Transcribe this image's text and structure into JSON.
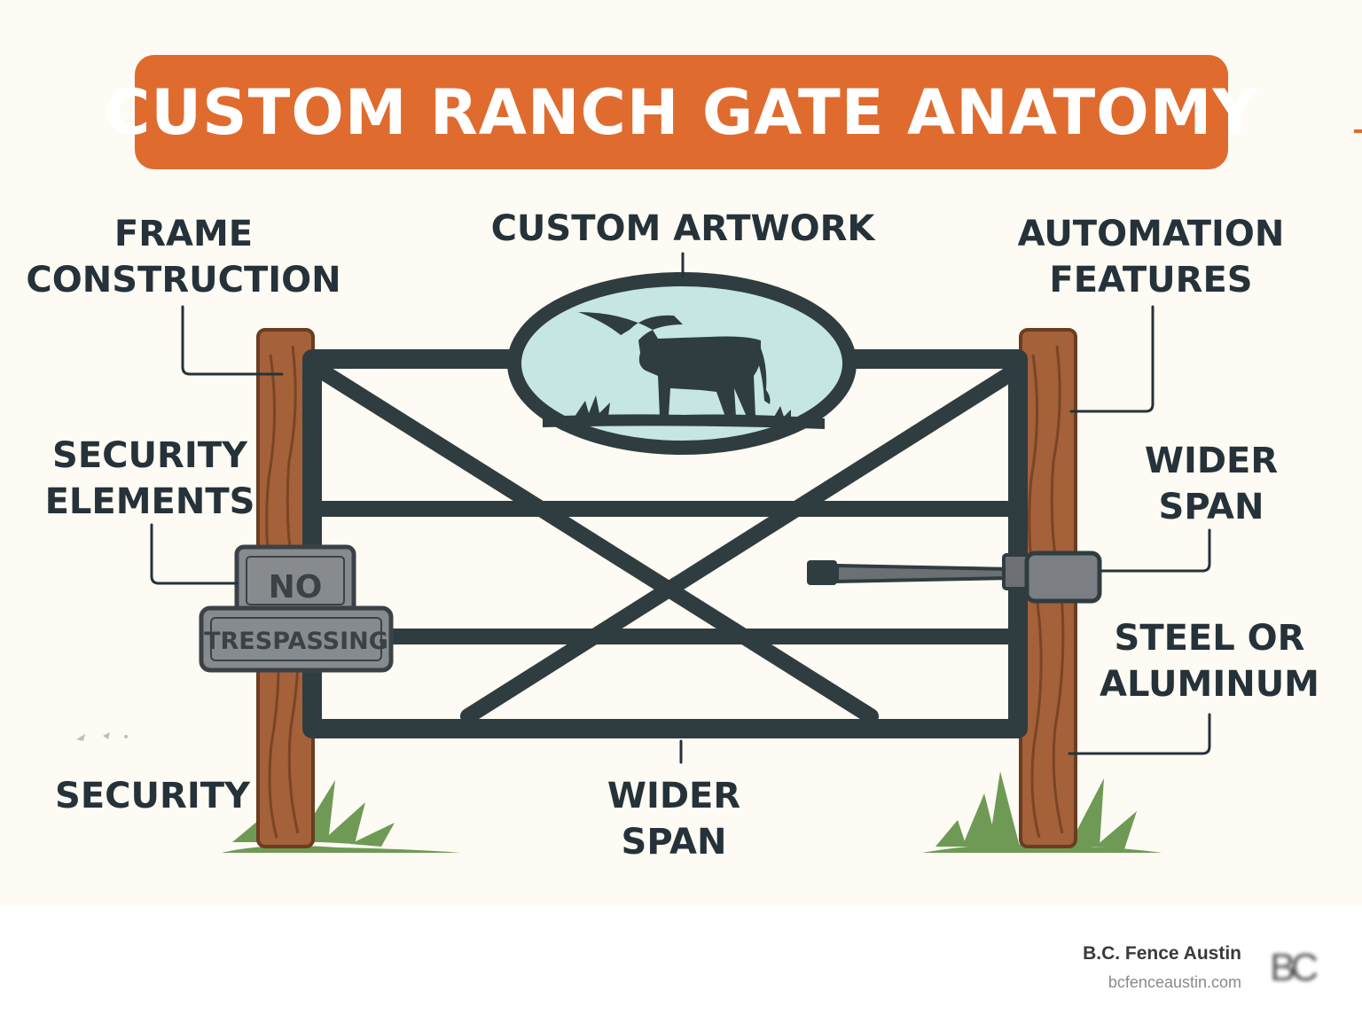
{
  "title": "CUSTOM RANCH GATE ANATOMY",
  "labels": {
    "frame": [
      "FRAME",
      "CONSTRUCTION"
    ],
    "artwork": "CUSTOM ARTWORK",
    "automation": [
      "AUTOMATION",
      "FEATURES"
    ],
    "security_elements": [
      "SECURITY",
      "ELEMENTS"
    ],
    "wider_span_right": [
      "WIDER",
      "SPAN"
    ],
    "steel": [
      "STEEL OR",
      "ALUMINUM"
    ],
    "security": "SECURITY",
    "wider_span_bottom": [
      "WIDER",
      "SPAN"
    ]
  },
  "sign": {
    "line1": "NO",
    "line2": "TRESPASSING"
  },
  "footer": {
    "brand": "B.C. Fence Austin",
    "url": "bcfenceaustin.com",
    "logo": "BC"
  },
  "colors": {
    "banner": "#e06b2f",
    "background": "#fdfbf3",
    "gate_steel": "#2f3d40",
    "post_wood": "#a4613a",
    "artwork_sky": "#c5e6e3",
    "grass": "#6e9a55",
    "sign": "#878b8e"
  }
}
